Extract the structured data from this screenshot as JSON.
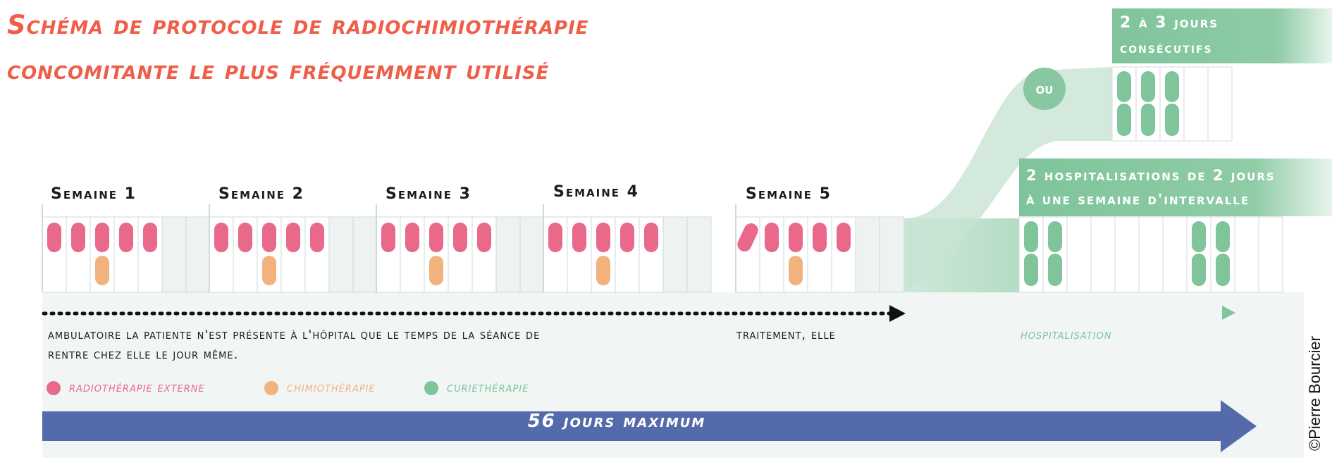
{
  "title": {
    "line1": "Schéma de protocole de radiochimiothérapie",
    "line2": "concomitante le plus fréquemment utilisé"
  },
  "weeks": [
    {
      "label": "Semaine 1"
    },
    {
      "label": "Semaine 2"
    },
    {
      "label": "Semaine 3"
    },
    {
      "label": "Semaine 4"
    },
    {
      "label": "Semaine 5"
    }
  ],
  "texts": {
    "ambulatory_line1": "ambulatoire la patiente n'est présente à l'hôpital que le temps de la séance de",
    "ambulatory_line2": "rentre chez elle le jour même.",
    "treatment": "traitement, elle",
    "hospitalisation": "hospitalisation",
    "ou": "ou"
  },
  "boxes": {
    "consecutive_line1": "2 à 3 jours",
    "consecutive_line2": "consécutifs",
    "hosp_line1": "2 hospitalisations de 2 jours",
    "hosp_line2": "à une semaine d'intervalle"
  },
  "legend": [
    {
      "label": "radiothérapie externe",
      "color": "#e8698a"
    },
    {
      "label": "chimiothérapie",
      "color": "#f2b27e"
    },
    {
      "label": "curiethérapie",
      "color": "#7fc49b"
    }
  ],
  "bottom_arrow": {
    "label": "56 jours maximum",
    "color": "#546aab"
  },
  "credit": "©Pierre Bourcier",
  "colors": {
    "radio": "#e8698a",
    "chemo": "#f2b27e",
    "curie": "#7fc49b",
    "title": "#ee5e49",
    "grid": "#cfdad8"
  }
}
